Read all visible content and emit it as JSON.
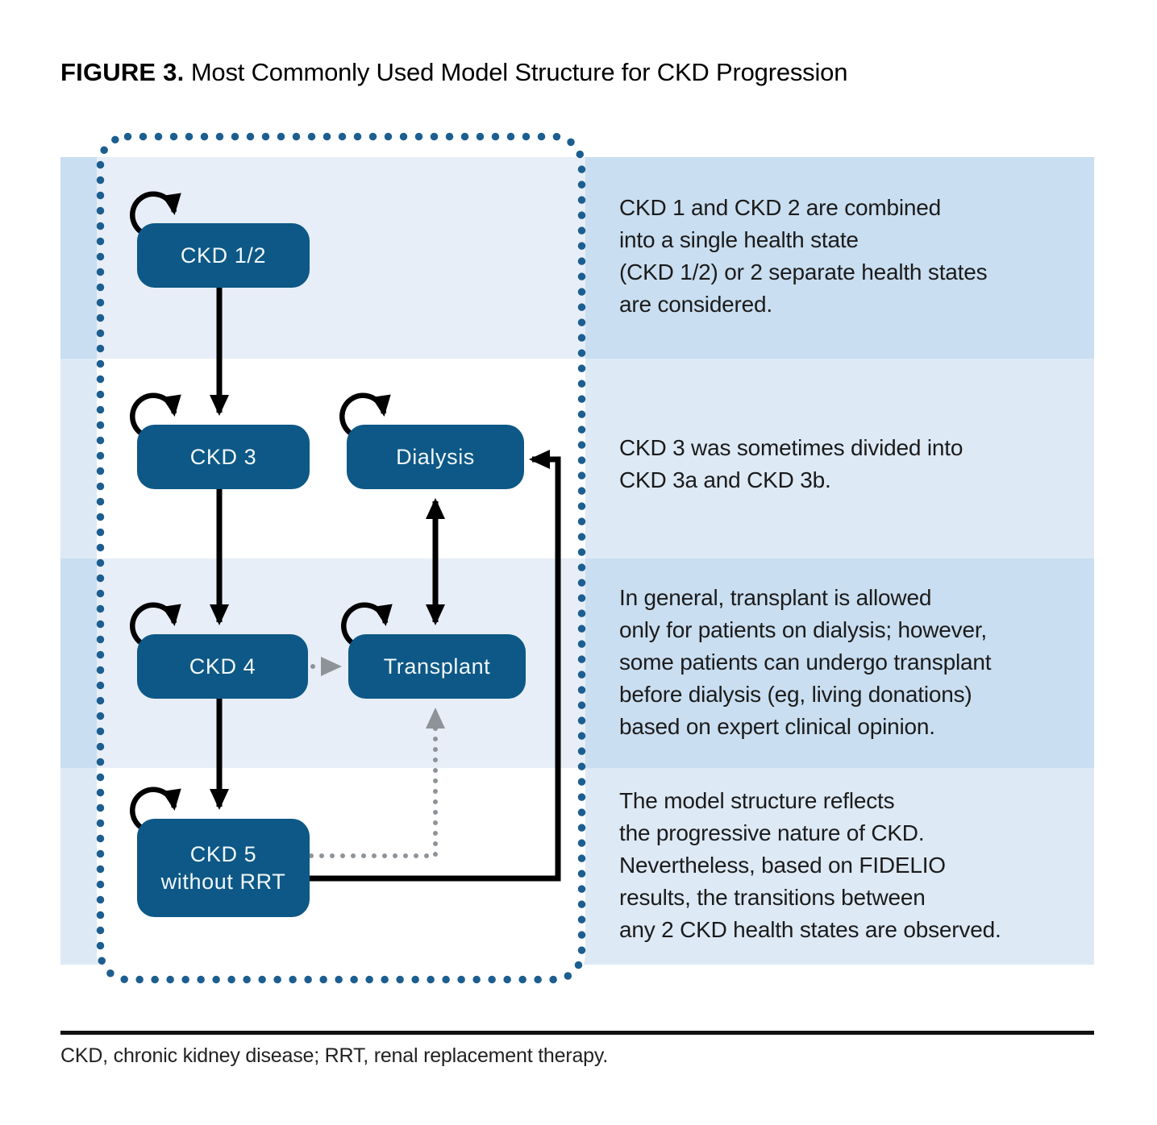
{
  "figure": {
    "label": "FIGURE 3.",
    "title": "Most Commonly Used Model Structure for CKD Progression"
  },
  "nodes": {
    "ckd12": "CKD 1/2",
    "ckd3": "CKD 3",
    "dialysis": "Dialysis",
    "ckd4": "CKD 4",
    "transplant": "Transplant",
    "ckd5": "CKD 5\nwithout RRT"
  },
  "edges": [
    {
      "from": "CKD 1/2",
      "to": "CKD 1/2",
      "style": "self-loop"
    },
    {
      "from": "CKD 3",
      "to": "CKD 3",
      "style": "self-loop"
    },
    {
      "from": "Dialysis",
      "to": "Dialysis",
      "style": "self-loop"
    },
    {
      "from": "CKD 4",
      "to": "CKD 4",
      "style": "self-loop"
    },
    {
      "from": "Transplant",
      "to": "Transplant",
      "style": "self-loop"
    },
    {
      "from": "CKD 5 without RRT",
      "to": "CKD 5 without RRT",
      "style": "self-loop"
    },
    {
      "from": "CKD 1/2",
      "to": "CKD 3",
      "style": "solid-black"
    },
    {
      "from": "CKD 3",
      "to": "CKD 4",
      "style": "solid-black"
    },
    {
      "from": "CKD 4",
      "to": "CKD 5 without RRT",
      "style": "solid-black"
    },
    {
      "from": "Dialysis",
      "to": "Transplant",
      "style": "solid-black-bidirectional"
    },
    {
      "from": "CKD 4",
      "to": "Transplant",
      "style": "dotted-gray"
    },
    {
      "from": "CKD 5 without RRT",
      "to": "Transplant",
      "style": "dotted-gray"
    },
    {
      "from": "CKD 5 without RRT",
      "to": "Dialysis",
      "style": "solid-black"
    }
  ],
  "annotations": {
    "row1": "CKD 1 and CKD 2 are combined\ninto a single health state\n(CKD 1/2) or 2 separate health states\nare considered.",
    "row2": "CKD 3 was sometimes divided into\nCKD 3a and CKD 3b.",
    "row3": "In general, transplant is allowed\nonly for patients on dialysis; however,\nsome patients can undergo transplant\nbefore dialysis (eg, living donations)\nbased on expert clinical opinion.",
    "row4": "The model structure reflects\nthe progressive nature of CKD.\nNevertheless, based on FIDELIO\nresults, the transitions between\nany 2 CKD health states are observed."
  },
  "footnote": "CKD, chronic kidney disease; RRT, renal replacement therapy.",
  "colors": {
    "node_fill": "#0d5886",
    "node_text": "#f2f8fc",
    "boundary_dots": "#1c5e90",
    "band_dark": "#c9def0",
    "band_light": "#dde9f5",
    "panel_stripe": "#e7eef7",
    "arrow_black": "#000000",
    "arrow_gray": "#8e9398"
  }
}
